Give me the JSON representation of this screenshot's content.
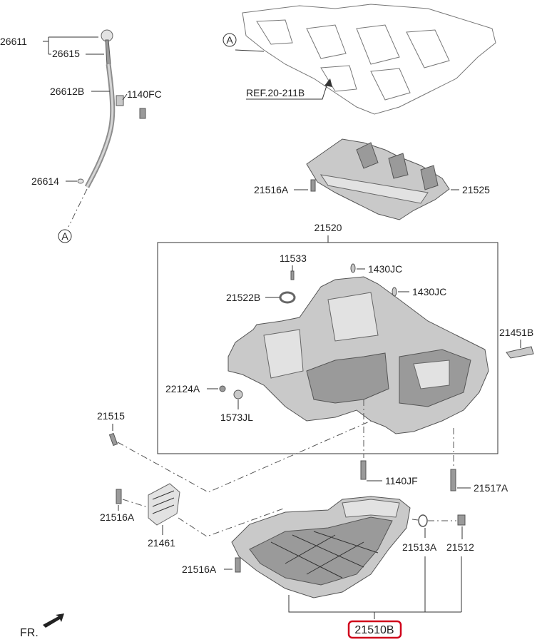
{
  "labels": {
    "p26611": "26611",
    "p26615": "26615",
    "p26612B": "26612B",
    "p1140FC": "1140FC",
    "p26614": "26614",
    "refA_left": "A",
    "refA_top": "A",
    "ref_20_211B": "REF.20-211B",
    "p21516A_top": "21516A",
    "p21525": "21525",
    "p21520": "21520",
    "p11533": "11533",
    "p1430JC_1": "1430JC",
    "p1430JC_2": "1430JC",
    "p21522B": "21522B",
    "p21451B": "21451B",
    "p22124A": "22124A",
    "p1573JL": "1573JL",
    "p21515": "21515",
    "p1140JF": "1140JF",
    "p21517A": "21517A",
    "p21516A_mid": "21516A",
    "p21461": "21461",
    "p21513A": "21513A",
    "p21512": "21512",
    "p21516A_bot": "21516A",
    "p21510B": "21510B",
    "front": "FR."
  },
  "colors": {
    "highlight": "#d0021b",
    "line": "#333333",
    "part_fill": "#c9c9c9"
  }
}
